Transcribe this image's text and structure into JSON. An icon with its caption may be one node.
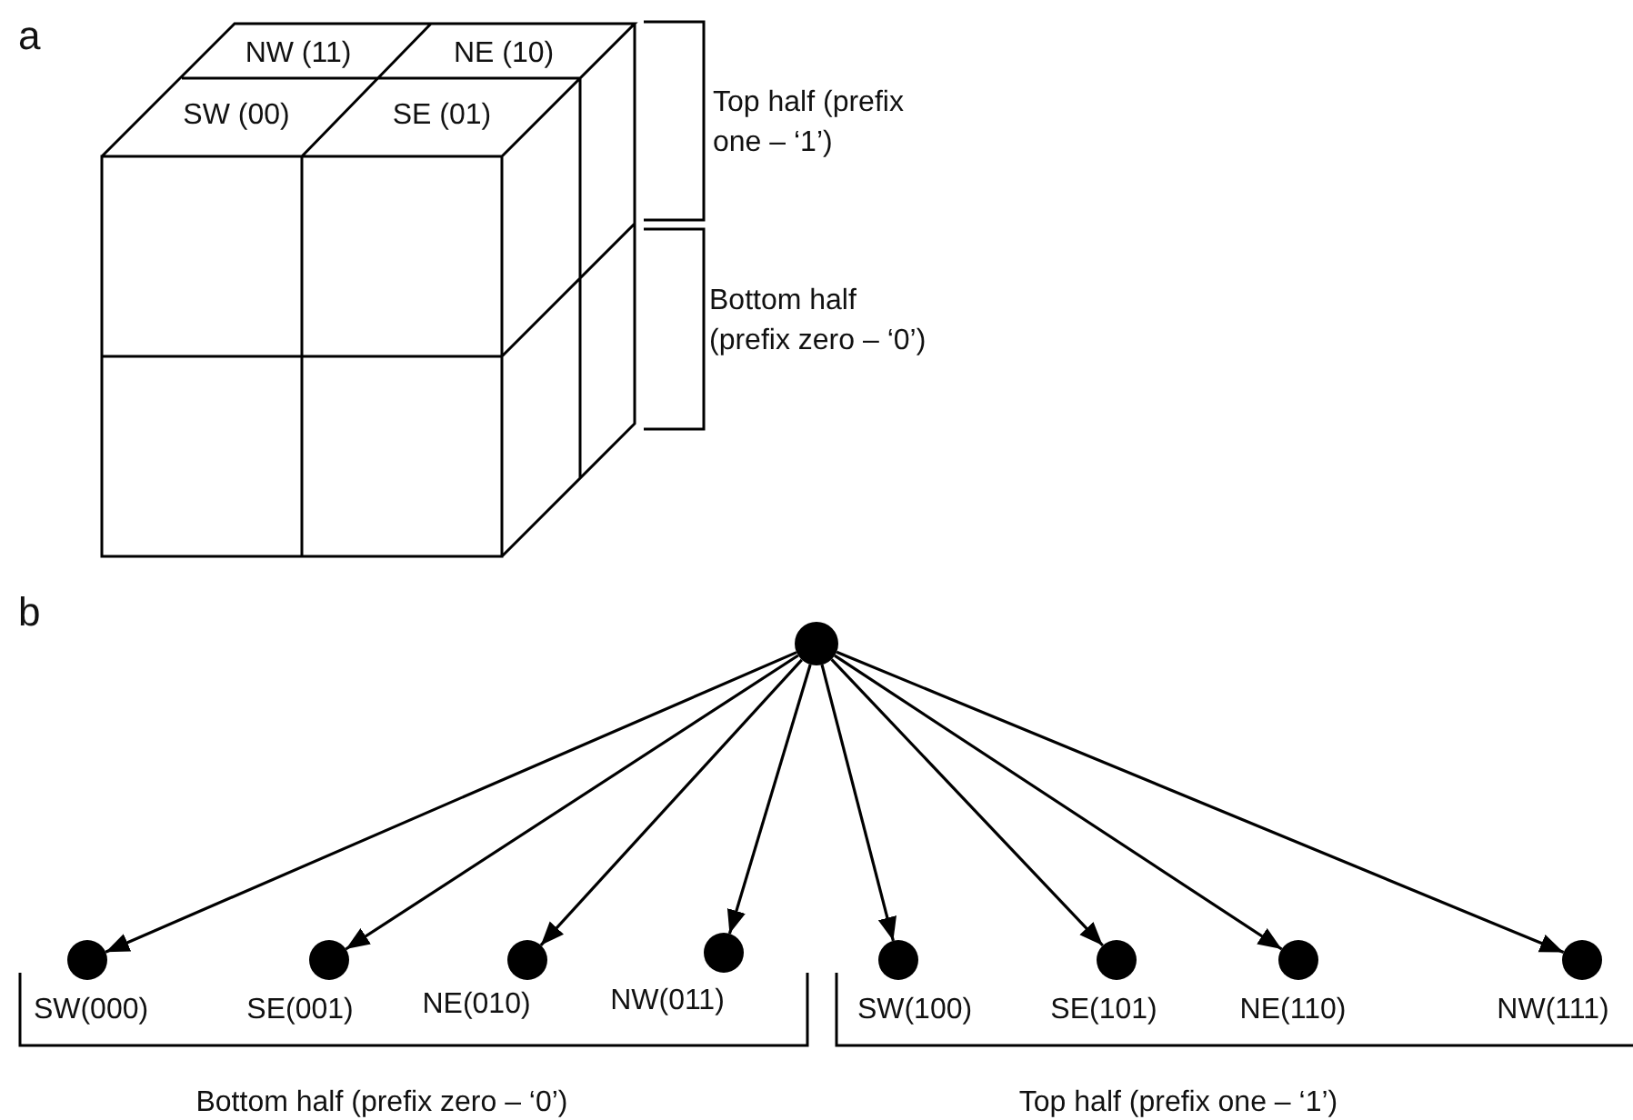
{
  "diagram": {
    "nodes": [
      {
        "text": [],
        "shape": "circle"
      },
      {
        "text": [],
        "shape": "circle",
        "beside": [
          "SW(000)"
        ]
      },
      {
        "text": [],
        "shape": "circle",
        "beside": [
          "SE(001)"
        ]
      },
      {
        "text": [],
        "shape": "circle",
        "beside": [
          "NE(010)"
        ]
      },
      {
        "text": [],
        "shape": "circle",
        "beside": [
          "NW(011)"
        ]
      },
      {
        "text": [],
        "shape": "circle",
        "beside": [
          "SW(100)"
        ]
      },
      {
        "text": [],
        "shape": "circle",
        "beside": [
          "SE(101)"
        ]
      },
      {
        "text": [],
        "shape": "circle",
        "beside": [
          "NE(110)"
        ]
      },
      {
        "text": [],
        "shape": "circle",
        "beside": [
          "NW(111)"
        ]
      }
    ],
    "edges": [
      {
        "from": 0,
        "to": 1,
        "arrow": "to"
      },
      {
        "from": 0,
        "to": 2,
        "arrow": "to"
      },
      {
        "from": 0,
        "to": 3,
        "arrow": "to"
      },
      {
        "from": 0,
        "to": 4,
        "arrow": "to"
      },
      {
        "from": 0,
        "to": 5,
        "arrow": "to"
      },
      {
        "from": 0,
        "to": 6,
        "arrow": "to"
      },
      {
        "from": 0,
        "to": 7,
        "arrow": "to"
      },
      {
        "from": 0,
        "to": 8,
        "arrow": "to"
      }
    ],
    "labels": [
      "a",
      "NW (11)",
      "NE (10)",
      "SW (00)",
      "SE (01)",
      "Top half (prefix one – ‘1’)",
      "Bottom half (prefix zero – ‘0’)",
      "b",
      "Bottom half (prefix zero – ‘0’)",
      "Top half (prefix one – ‘1’)"
    ]
  }
}
